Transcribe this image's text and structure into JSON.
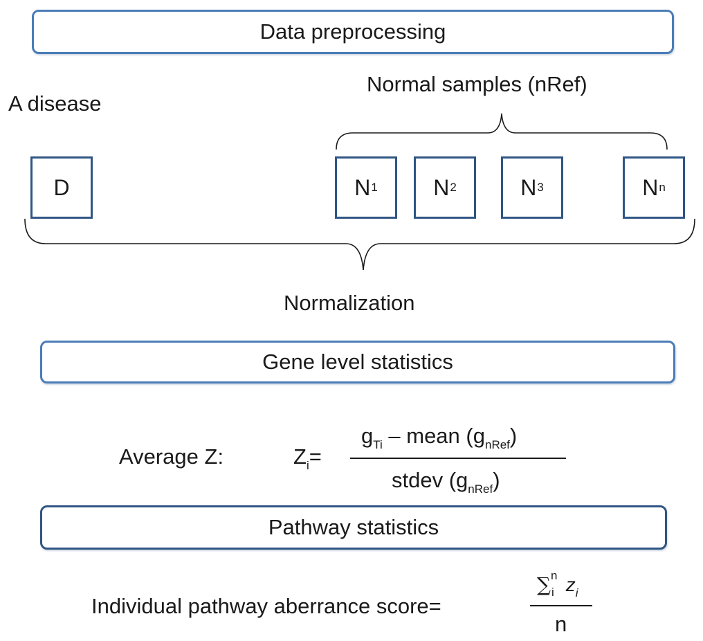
{
  "stages": {
    "data_preprocessing": "Data preprocessing",
    "gene_level_statistics": "Gene level statistics",
    "pathway_statistics": "Pathway statistics"
  },
  "groups": {
    "disease_label": "A disease",
    "normal_label": "Normal samples (nRef)",
    "normalization_label": "Normalization"
  },
  "samples": {
    "disease": {
      "main": "D",
      "sub": ""
    },
    "normal": [
      {
        "main": "N",
        "sub": "1"
      },
      {
        "main": "N",
        "sub": "2"
      },
      {
        "main": "N",
        "sub": "3"
      },
      {
        "main": "N",
        "sub": "n"
      }
    ]
  },
  "average_z": {
    "label": "Average Z:",
    "lhs_main": "Z",
    "lhs_sub": "i",
    "equals": "=",
    "numerator": {
      "g": "g",
      "g_sub": "Ti",
      "middle": " – mean (g",
      "mean_sub": "nRef",
      "close": ")"
    },
    "denominator": {
      "text": "stdev (g",
      "sub": "nRef",
      "close": ")"
    }
  },
  "pathway_score": {
    "label": "Individual pathway aberrance score=",
    "sum_symbol": "∑",
    "sum_sub": "i",
    "sum_sup": "n",
    "term": "z",
    "term_sub": "i",
    "denominator": "n"
  },
  "colors": {
    "stage_border": "#4a7db8",
    "sample_border": "#2f5585",
    "text": "#1a1a1a"
  }
}
